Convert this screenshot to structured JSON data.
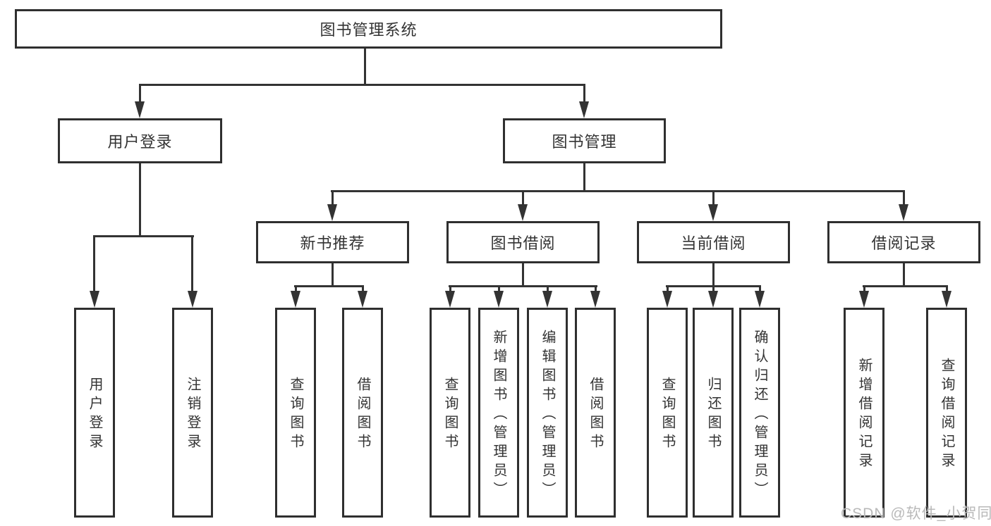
{
  "tree": {
    "root": "图书管理系统",
    "children": [
      {
        "label": "用户登录",
        "children": [
          "用户登录",
          "注销登录"
        ]
      },
      {
        "label": "图书管理",
        "children": [
          {
            "label": "新书推荐",
            "children": [
              "查询图书",
              "借阅图书"
            ]
          },
          {
            "label": "图书借阅",
            "children": [
              "查询图书",
              "新增图书（管理员）",
              "编辑图书（管理员）",
              "借阅图书"
            ]
          },
          {
            "label": "当前借阅",
            "children": [
              "查询图书",
              "归还图书",
              "确认归还（管理员）"
            ]
          },
          {
            "label": "借阅记录",
            "children": [
              "新增借阅记录",
              "查询借阅记录"
            ]
          }
        ]
      }
    ]
  },
  "watermark": "CSDN @软件_小贺同学",
  "colors": {
    "line": "#333333",
    "border": "#2f2f2f",
    "text": "#333333",
    "watermark": "#b9b9b9",
    "background": "#ffffff"
  }
}
